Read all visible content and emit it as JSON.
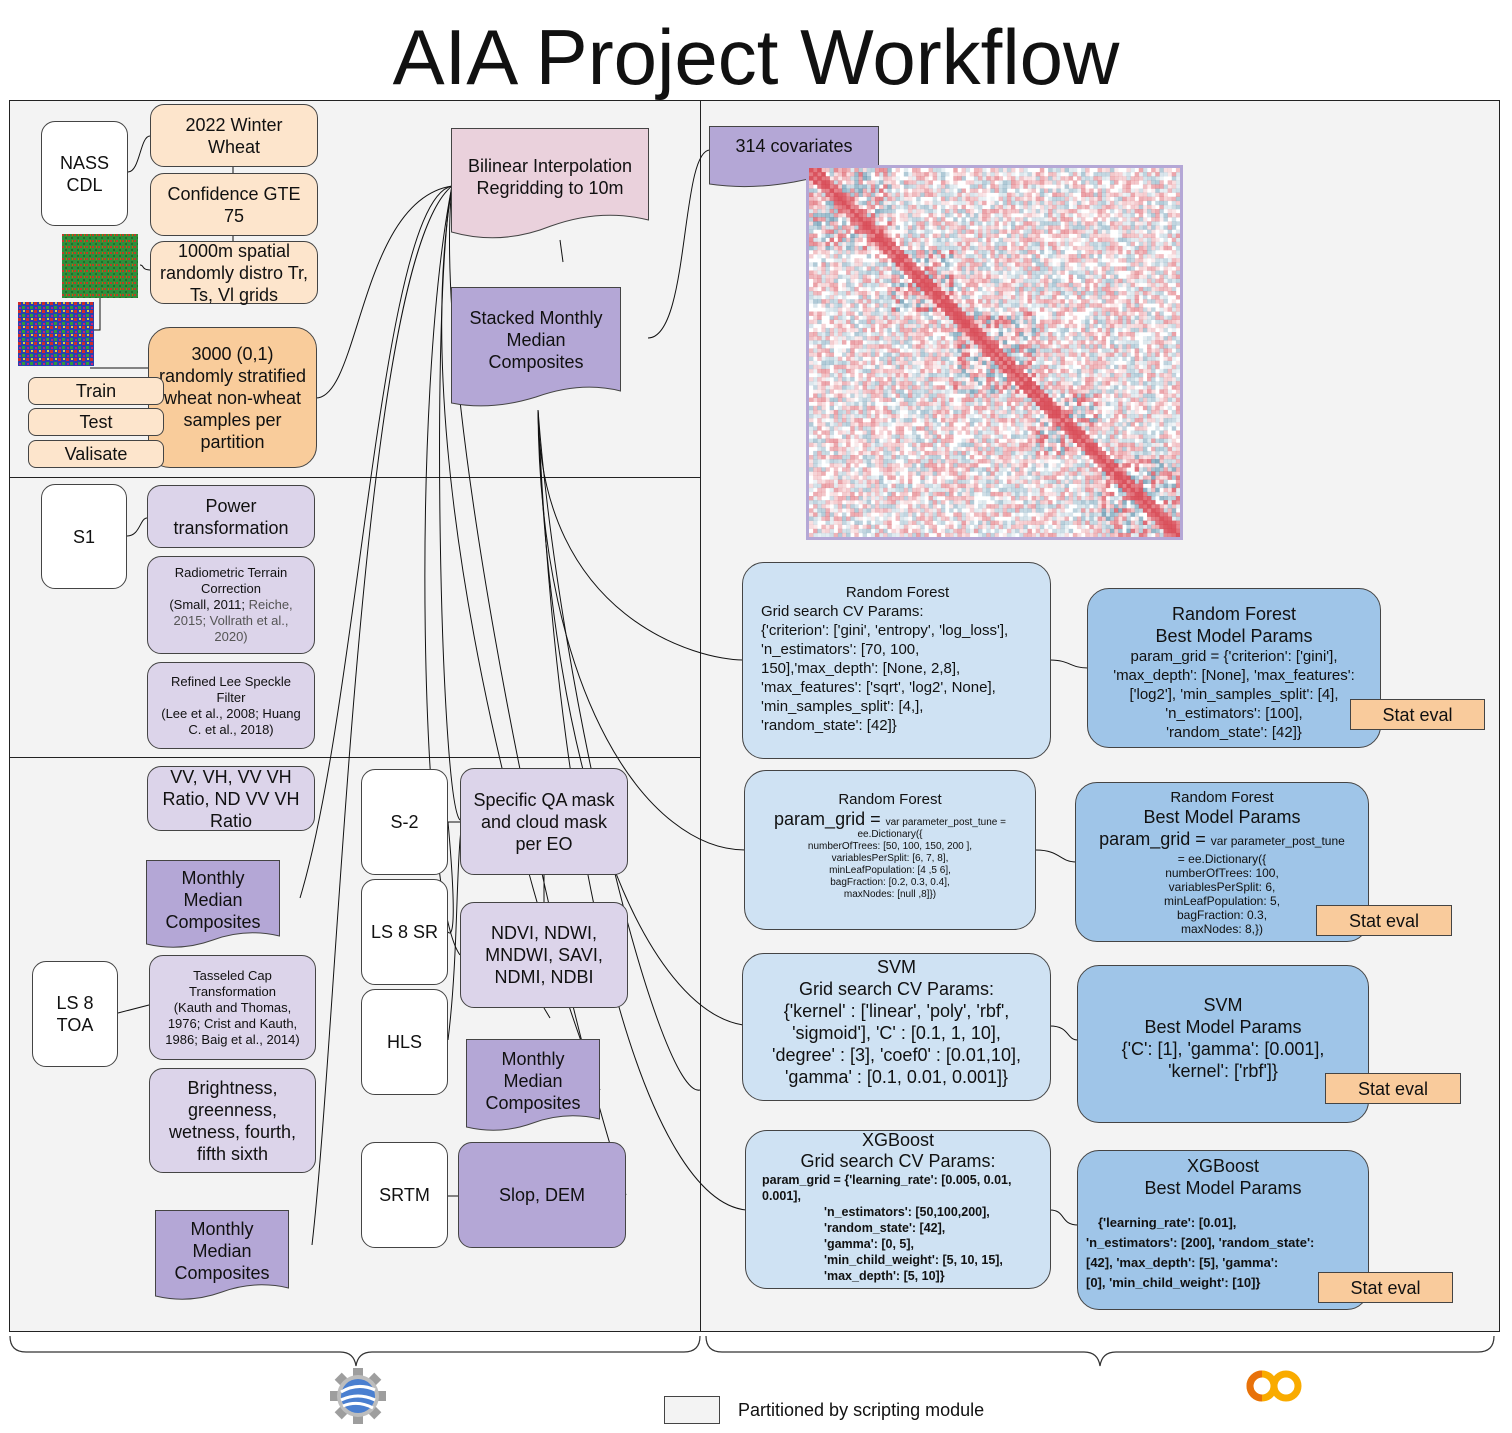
{
  "title": "AIA Project Workflow",
  "gee_section": {
    "nass": "NASS CDL",
    "winter_wheat": "2022 Winter Wheat",
    "confidence": "Confidence GTE 75",
    "spatial": "1000m spatial randomly distro Tr, Ts, Vl grids",
    "samples": "3000 (0,1) randomly stratified wheat non-wheat samples per partition",
    "train": "Train",
    "test": "Test",
    "validate": "Valisate",
    "bilinear": "Bilinear Interpolation Regridding to 10m",
    "stacked": "Stacked Monthly Median Composites",
    "s1": "S1",
    "power": "Power transformation",
    "rtc_title": "Radiometric Terrain Correction",
    "rtc_cite_a": "(Small, 2011; ",
    "rtc_cite_b": "Reiche, 2015; Vollrath et al., 2020)",
    "lee_title": "Refined Lee Speckle Filter",
    "lee_cite": "(Lee et al., 2008; Huang C. et al., 2018)",
    "vv": "VV, VH, VV VH Ratio, ND VV VH Ratio",
    "monthly1": "Monthly Median Composites",
    "ls8toa": "LS 8 TOA",
    "tasseled_title": "Tasseled Cap Transformation",
    "tasseled_cite": "(Kauth and Thomas, 1976; Crist and Kauth, 1986; Baig et al., 2014)",
    "brightness": "Brightness, greenness, wetness, fourth, fifth  sixth",
    "monthly2": "Monthly Median Composites",
    "s2": "S-2",
    "ls8sr": "LS 8 SR",
    "hls": "HLS",
    "srtm": "SRTM",
    "qa_mask": "Specific QA mask and cloud mask per EO",
    "indices": "NDVI, NDWI, MNDWI, SAVI, NDMI, NDBI",
    "monthly3": "Monthly Median Composites",
    "slope": "Slop, DEM"
  },
  "colab_section": {
    "covariates": "314 covariates",
    "rf_grid": {
      "head1": "Random Forest",
      "head2": "Grid search CV Params:",
      "l1": "{'criterion': ['gini', 'entropy', 'log_loss'],",
      "l2": "'n_estimators': [70, 100,",
      "l3": "150],'max_depth':  [None, 2,8],",
      "l4": "'max_features': ['sqrt', 'log2', None],",
      "l5": "'min_samples_split': [4,],",
      "l6": "'random_state': [42]}"
    },
    "rf_best": {
      "head1": "Random Forest",
      "head2": "Best Model Params",
      "l1": "param_grid = {'criterion': ['gini'],",
      "l2": "'max_depth': [None], 'max_features':",
      "l3": "['log2'], 'min_samples_split': [4],",
      "l4": "'n_estimators': [100],",
      "l5": "'random_state': [42]}"
    },
    "rf_gee": {
      "head1": "Random Forest",
      "param": "param_grid = ",
      "var": "var parameter_post_tune =",
      "l1": "ee.Dictionary({",
      "l2": "numberOfTrees: [50, 100, 150, 200 ],",
      "l3": "variablesPerSplit: [6, 7, 8],",
      "l4": "minLeafPopulation: [4 ,5 6],",
      "l5": "bagFraction: [0.2, 0.3, 0.4],",
      "l6": "maxNodes: [null ,8]})"
    },
    "rf_gee_best": {
      "head1": "Random Forest",
      "head2": "Best Model Params",
      "param": "param_grid = ",
      "var": "var parameter_post_tune",
      "l1": "= ee.Dictionary({",
      "l2": "numberOfTrees: 100,",
      "l3": "variablesPerSplit: 6,",
      "l4": "minLeafPopulation: 5,",
      "l5": "bagFraction: 0.3,",
      "l6": "maxNodes: 8,})"
    },
    "svm_grid": {
      "head1": "SVM",
      "head2": "Grid search CV Params:",
      "l1": "{'kernel' : ['linear', 'poly', 'rbf',",
      "l2": "'sigmoid'], 'C' : [0.1, 1, 10],",
      "l3": "'degree' : [3], 'coef0' : [0.01,10],",
      "l4": "'gamma' : [0.1, 0.01, 0.001]}"
    },
    "svm_best": {
      "head1": "SVM",
      "head2": "Best Model Params",
      "l1": "{'C': [1], 'gamma': [0.001],",
      "l2": "'kernel': ['rbf']}"
    },
    "xgb_grid": {
      "head1": "XGBoost",
      "head2": "Grid search CV Params:",
      "l1": "param_grid = {'learning_rate': [0.005, 0.01,",
      "l2": "0.001],",
      "l3": "'n_estimators': [50,100,200],",
      "l4": "'random_state': [42],",
      "l5": "'gamma': [0, 5],",
      "l6": "'min_child_weight': [5, 10, 15],",
      "l7": "'max_depth': [5, 10]}"
    },
    "xgb_best": {
      "head1": "XGBoost",
      "head2": "Best Model Params",
      "l1": "{'learning_rate': [0.01],",
      "l2": "'n_estimators': [200], 'random_state':",
      "l3": "[42],   'max_depth': [5],    'gamma':",
      "l4": "[0],    'min_child_weight': [10]}"
    },
    "stat_eval": "Stat eval"
  },
  "legend": {
    "label": "Partitioned by scripting module"
  },
  "icons": {
    "left": "earth-engine-icon",
    "right": "colab-icon"
  },
  "colors": {
    "peach": "#fde5cc",
    "orange": "#f9cc9b",
    "lavender": "#dcd4ea",
    "purple": "#b4a7d6",
    "pink": "#ead1dc",
    "light_blue": "#cfe2f3",
    "mid_blue": "#9fc5e8",
    "stat": "#f9cb9c",
    "heat_pos": "#d6404c",
    "heat_neg": "#3a7a9a"
  }
}
